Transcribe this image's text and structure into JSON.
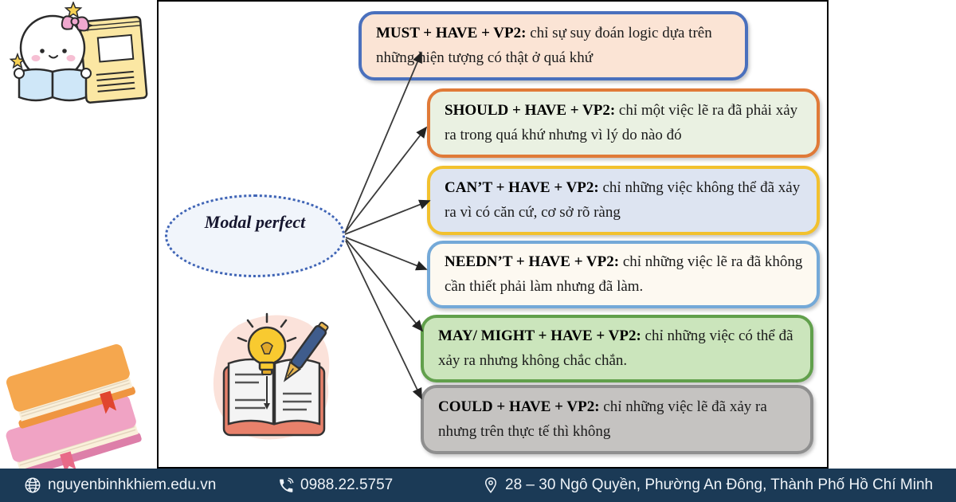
{
  "ellipse": {
    "label": "Modal perfect"
  },
  "boxes": [
    {
      "title": "MUST + HAVE + VP2:",
      "desc": "chỉ sự suy đoán logic dựa trên những hiện tượng có thật ở quá khứ",
      "bg": "#fbe4d5",
      "border": "#4a70bd"
    },
    {
      "title": "SHOULD + HAVE + VP2:",
      "desc": "chỉ một việc lẽ ra đã phải xảy ra trong quá khứ nhưng vì lý do nào đó",
      "bg": "#eaf1e2",
      "border": "#e07a38"
    },
    {
      "title": "CAN’T + HAVE + VP2:",
      "desc": "chỉ những việc không thể đã xảy ra vì có căn cứ, cơ sở rõ ràng",
      "bg": "#dde4f1",
      "border": "#f2c12e"
    },
    {
      "title": "NEEDN’T + HAVE + VP2:",
      "desc": "chỉ những việc lẽ ra đã không cần thiết phải làm nhưng đã làm.",
      "bg": "#fdf9f1",
      "border": "#74a9d8"
    },
    {
      "title": "MAY/ MIGHT + HAVE + VP2:",
      "desc": "chỉ những việc có thể đã xảy ra nhưng không chắc chắn.",
      "bg": "#cbe5bc",
      "border": "#61a04c"
    },
    {
      "title": "COULD + HAVE + VP2:",
      "desc": "chỉ những việc lẽ đã xảy ra nhưng trên thực tế thì không",
      "bg": "#c5c3c1",
      "border": "#8f8f8f"
    }
  ],
  "footer": {
    "bg": "#1b3a56",
    "website": "nguyenbinhkhiem.edu.vn",
    "phone": "0988.22.5757",
    "address": "28 – 30 Ngô Quyền, Phường An Đông, Thành Phố Hồ Chí Minh"
  },
  "icons": {
    "website": "globe-icon",
    "phone": "phone-icon",
    "address": "location-pin-icon"
  },
  "decorations": [
    "reading-character-illustration",
    "stacked-books-illustration",
    "notebook-idea-illustration"
  ],
  "colors": {
    "panel_border": "#000000",
    "arrow": "#3a3a3a",
    "ellipse_border": "#3e63b5",
    "ellipse_fill": "#f1f5fb"
  }
}
